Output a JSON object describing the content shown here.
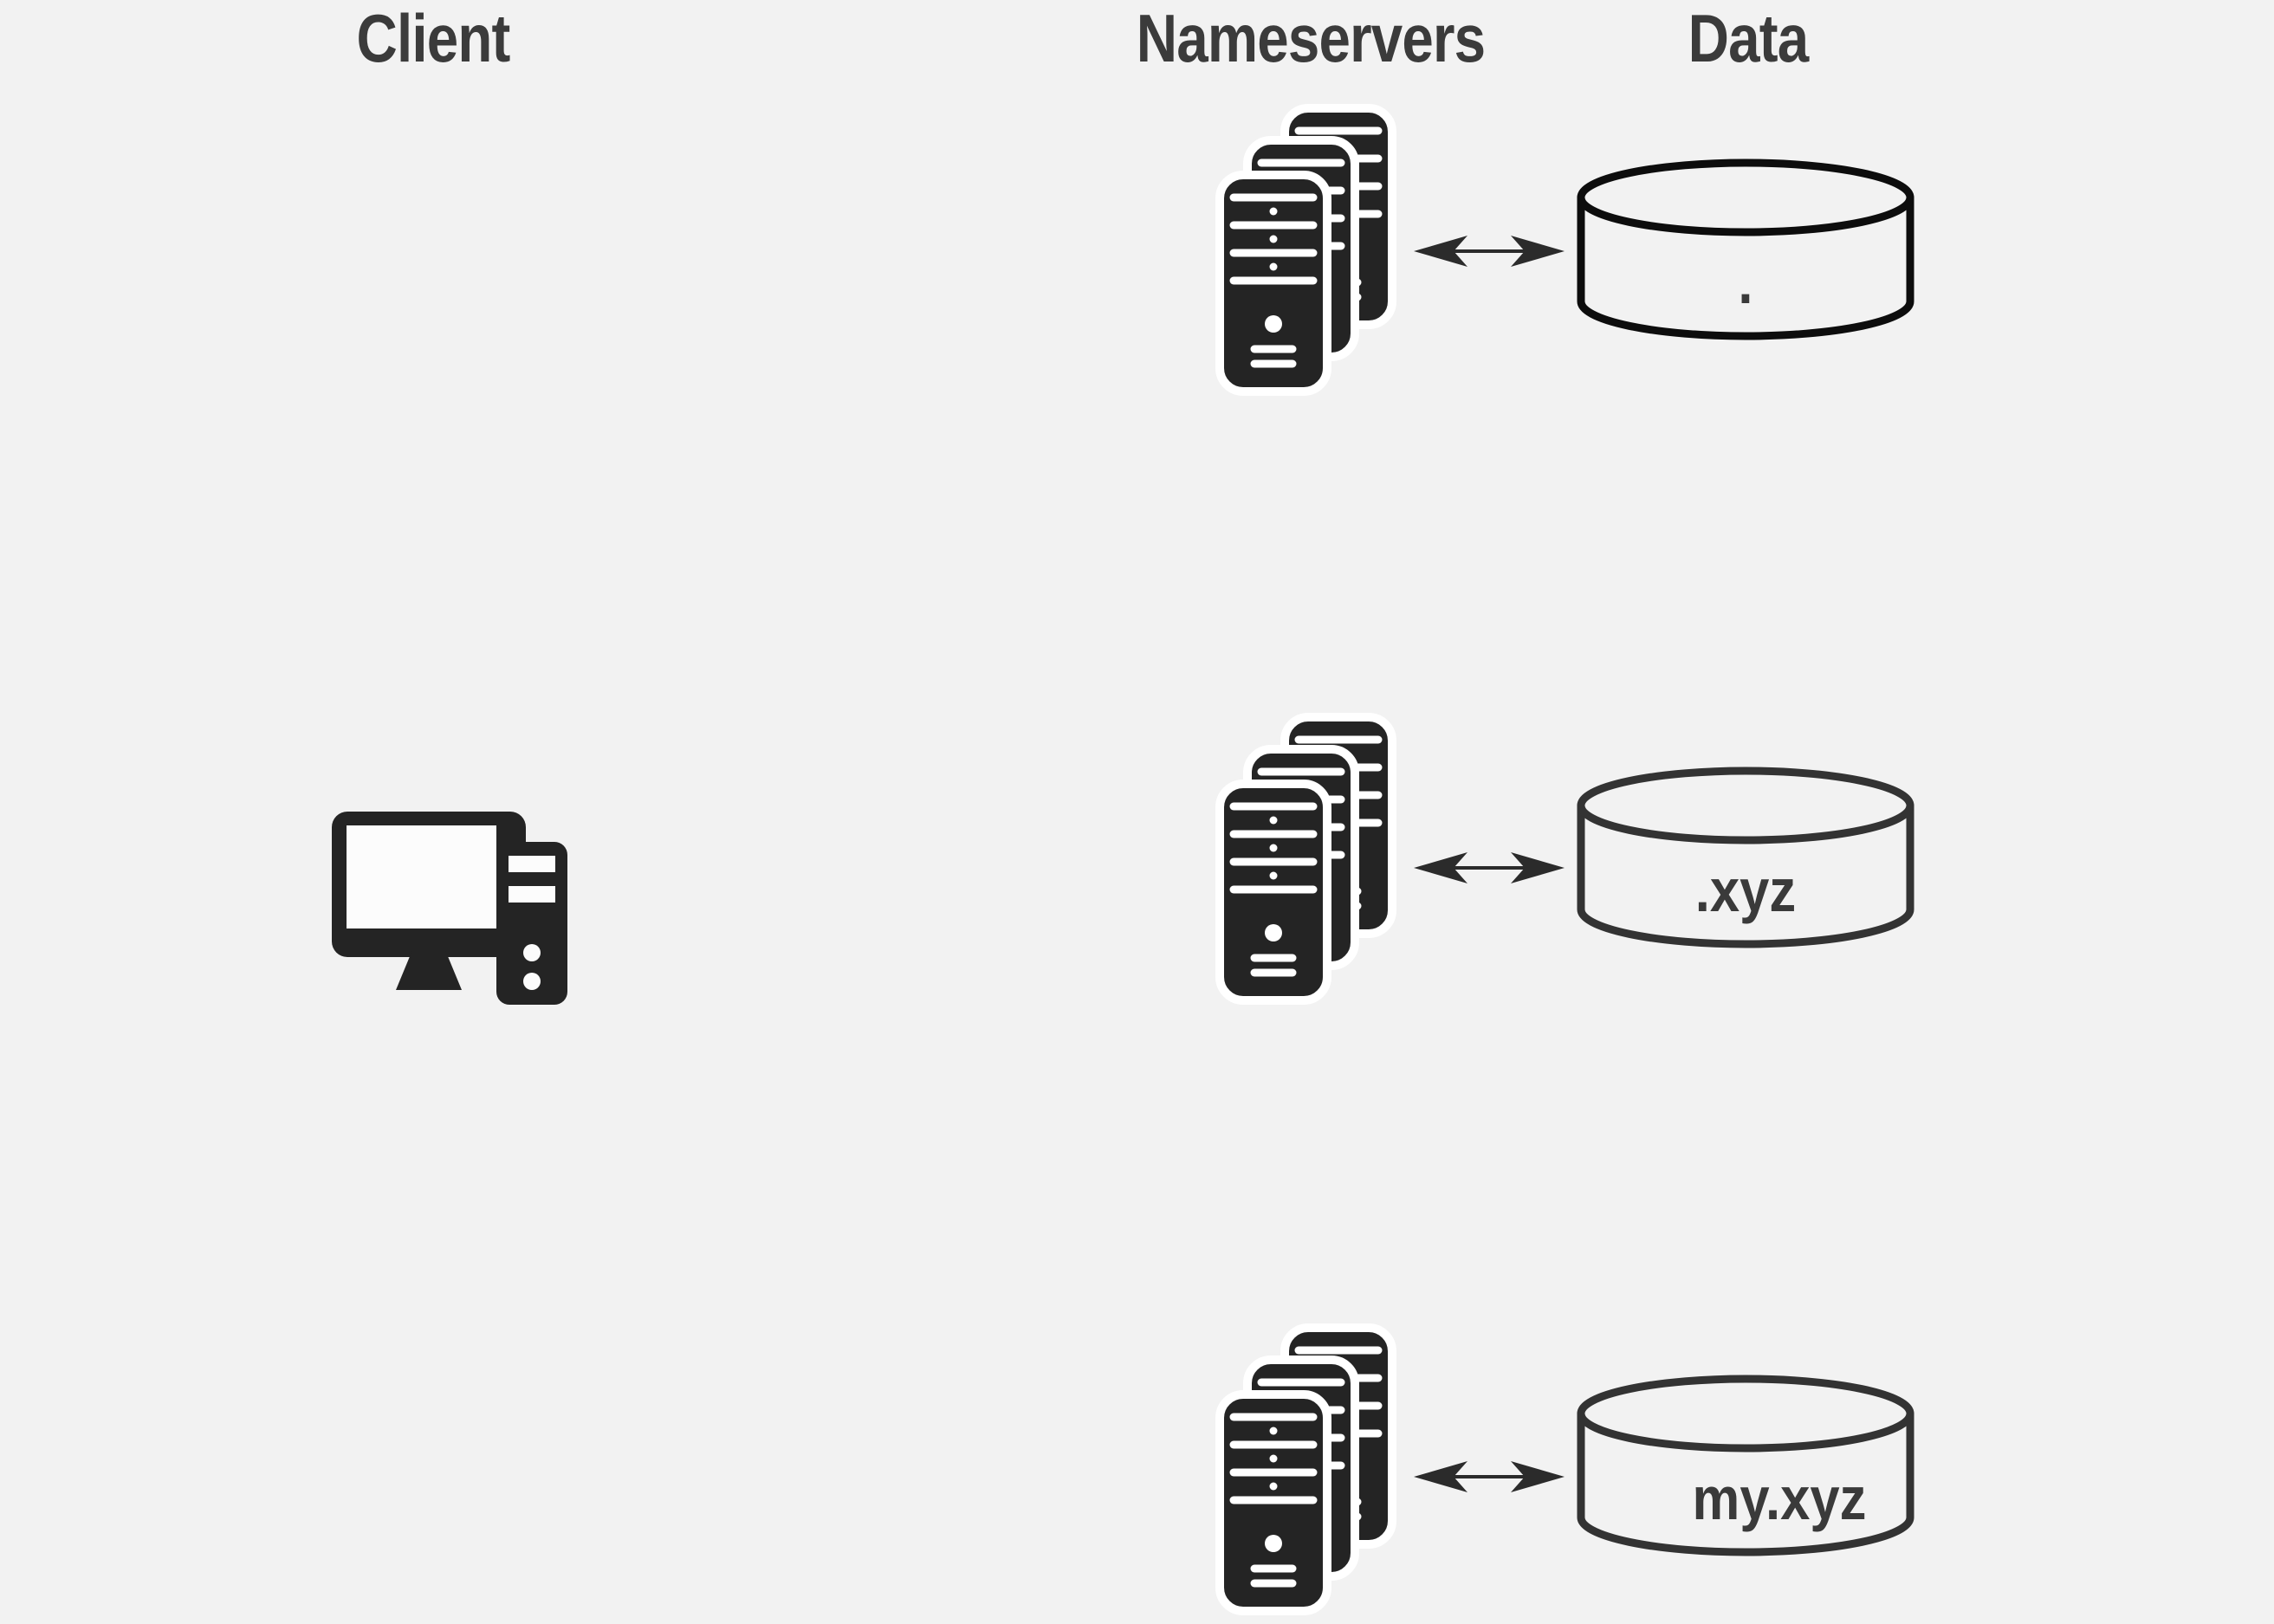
{
  "colors": {
    "background": "#f2f2f2",
    "ink": "#242424",
    "halo": "#ffffff",
    "screen": "#fcfcfc",
    "arrow": "#2b2b2b",
    "heading": "#3b3b3b",
    "label": "#3a3a3a"
  },
  "headers": {
    "client": "Client",
    "nameservers": "Nameservers",
    "data": "Data"
  },
  "rows": [
    {
      "label": ".",
      "cylinder_stroke": "#0d0d0d"
    },
    {
      "label": ".xyz",
      "cylinder_stroke": "#333333"
    },
    {
      "label": "my.xyz",
      "cylinder_stroke": "#333333"
    }
  ],
  "icons": {
    "client": "desktop-computer-icon",
    "nameservers": "server-stack-icon",
    "data": "database-cylinder-icon",
    "link": "double-headed-arrow-icon"
  }
}
